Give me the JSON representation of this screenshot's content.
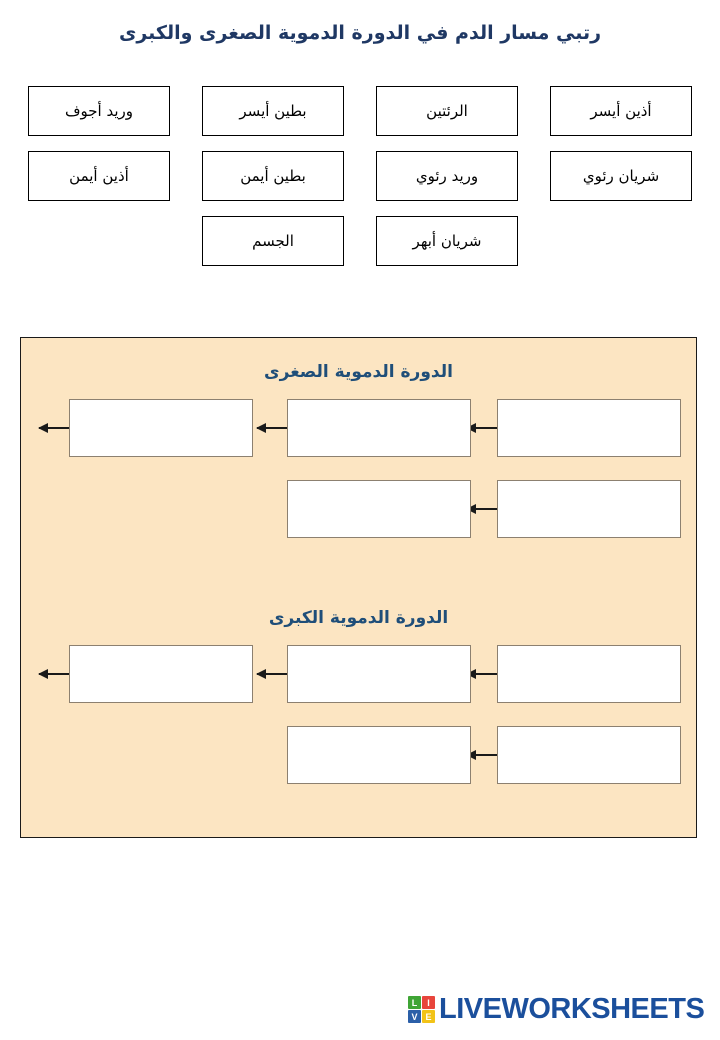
{
  "title": "رتبي مسار الدم في الدورة الدموية الصغرى والكبرى",
  "colors": {
    "title": "#1F3864",
    "section_header": "#1F4E79",
    "panel_fill": "#FCE5C2",
    "panel_border": "#1A1A1A",
    "slot_border": "#8C8070",
    "chip_border": "#000000",
    "logo_blue": "#1B4F9C"
  },
  "word_bank": {
    "rows": [
      [
        {
          "label": "أذين أيسر"
        },
        {
          "label": "الرئتين"
        },
        {
          "label": "بطين أيسر"
        },
        {
          "label": "وريد أجوف"
        }
      ],
      [
        {
          "label": "شريان رئوي"
        },
        {
          "label": "وريد رئوي"
        },
        {
          "label": "بطين أيمن"
        },
        {
          "label": "أذين أيمن"
        }
      ],
      [
        {
          "label": "شريان أبهر"
        },
        {
          "label": "الجسم"
        }
      ]
    ]
  },
  "activity": {
    "sections": [
      {
        "heading": "الدورة الدموية الصغرى",
        "rows": [
          {
            "slots": [
              "",
              "",
              ""
            ]
          },
          {
            "slots": [
              "",
              ""
            ]
          }
        ]
      },
      {
        "heading": "الدورة الدموية الكبرى",
        "rows": [
          {
            "slots": [
              "",
              "",
              ""
            ]
          },
          {
            "slots": [
              "",
              ""
            ]
          }
        ]
      }
    ]
  },
  "footer": {
    "logo_tiles": [
      "L",
      "I",
      "V",
      "E"
    ],
    "wordmark": "LIVEWORKSHEETS"
  }
}
